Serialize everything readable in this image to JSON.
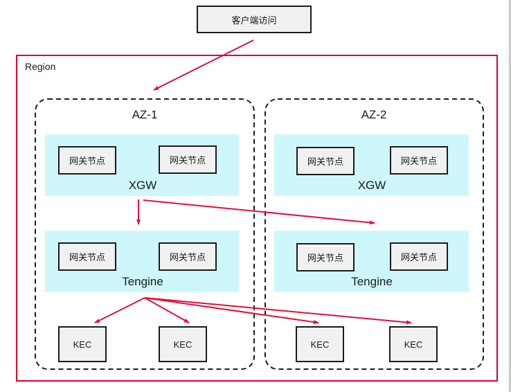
{
  "client": {
    "label": "客户端访问"
  },
  "region": {
    "label": "Region"
  },
  "zones": [
    {
      "label": "AZ-1",
      "xgw": {
        "label": "XGW",
        "nodes": [
          "网关节点",
          "网关节点"
        ]
      },
      "tengine": {
        "label": "Tengine",
        "nodes": [
          "网关节点",
          "网关节点"
        ]
      },
      "kec": [
        "KEC",
        "KEC"
      ]
    },
    {
      "label": "AZ-2",
      "xgw": {
        "label": "XGW",
        "nodes": [
          "网关节点",
          "网关节点"
        ]
      },
      "tengine": {
        "label": "Tengine",
        "nodes": [
          "网关节点",
          "网关节点"
        ]
      },
      "kec": [
        "KEC",
        "KEC"
      ]
    }
  ],
  "edges": [
    {
      "from": "client",
      "to": "AZ-1"
    },
    {
      "from": "AZ-1 XGW",
      "to": "AZ-1 Tengine"
    },
    {
      "from": "AZ-1 XGW",
      "to": "AZ-2 Tengine"
    },
    {
      "from": "AZ-1 Tengine",
      "to": "AZ-1 KEC 1"
    },
    {
      "from": "AZ-1 Tengine",
      "to": "AZ-1 KEC 2"
    },
    {
      "from": "AZ-1 Tengine",
      "to": "AZ-2 KEC 1"
    },
    {
      "from": "AZ-1 Tengine",
      "to": "AZ-2 KEC 2"
    }
  ],
  "colors": {
    "region_border": "#d9002f",
    "arrow": "#e0103a",
    "band": "#cef7fb",
    "node_fill": "#f1f1f1"
  }
}
